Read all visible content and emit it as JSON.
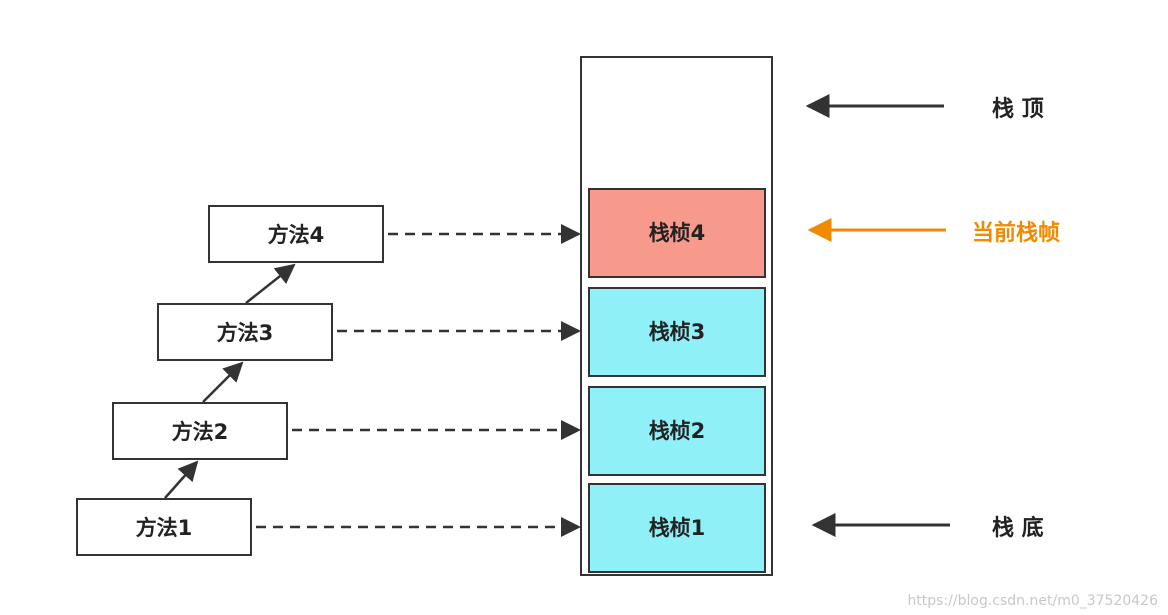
{
  "methods": [
    {
      "label": "方法1"
    },
    {
      "label": "方法2"
    },
    {
      "label": "方法3"
    },
    {
      "label": "方法4"
    }
  ],
  "frames": [
    {
      "label": "栈桢1",
      "color": "#8ff0f8"
    },
    {
      "label": "栈桢2",
      "color": "#8ff0f8"
    },
    {
      "label": "栈桢3",
      "color": "#8ff0f8"
    },
    {
      "label": "栈桢4",
      "color": "#f79a8c"
    }
  ],
  "pointers": {
    "top": "栈 顶",
    "current": "当前栈帧",
    "bottom": "栈 底"
  },
  "colors": {
    "current_pointer": "#f08a00",
    "pointer": "#333333",
    "frame_normal": "#8ff0f8",
    "frame_current": "#f79a8c"
  },
  "watermark": "https://blog.csdn.net/m0_37520426"
}
